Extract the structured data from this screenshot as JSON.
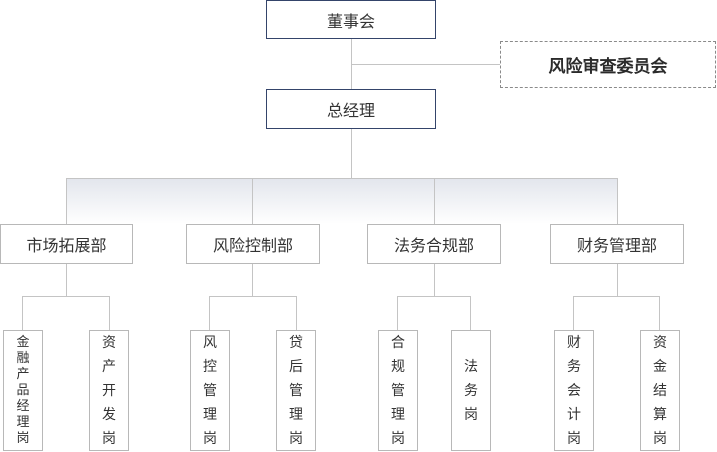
{
  "board": {
    "label": "董事会"
  },
  "risk_review_committee": {
    "label": "风险审查委员会"
  },
  "general_manager": {
    "label": "总经理"
  },
  "departments": [
    {
      "label": "市场拓展部",
      "positions": [
        "金融产品经理岗",
        "资产开发岗"
      ]
    },
    {
      "label": "风险控制部",
      "positions": [
        "风控管理岗",
        "贷后管理岗"
      ]
    },
    {
      "label": "法务合规部",
      "positions": [
        "合规管理岗",
        "法务岗"
      ]
    },
    {
      "label": "财务管理部",
      "positions": [
        "财务会计岗",
        "资金结算岗"
      ]
    }
  ],
  "colors": {
    "primary_border": "#34446a",
    "connector": "#c4c4c4",
    "box_border": "#b8b8b8",
    "text": "#333333"
  }
}
